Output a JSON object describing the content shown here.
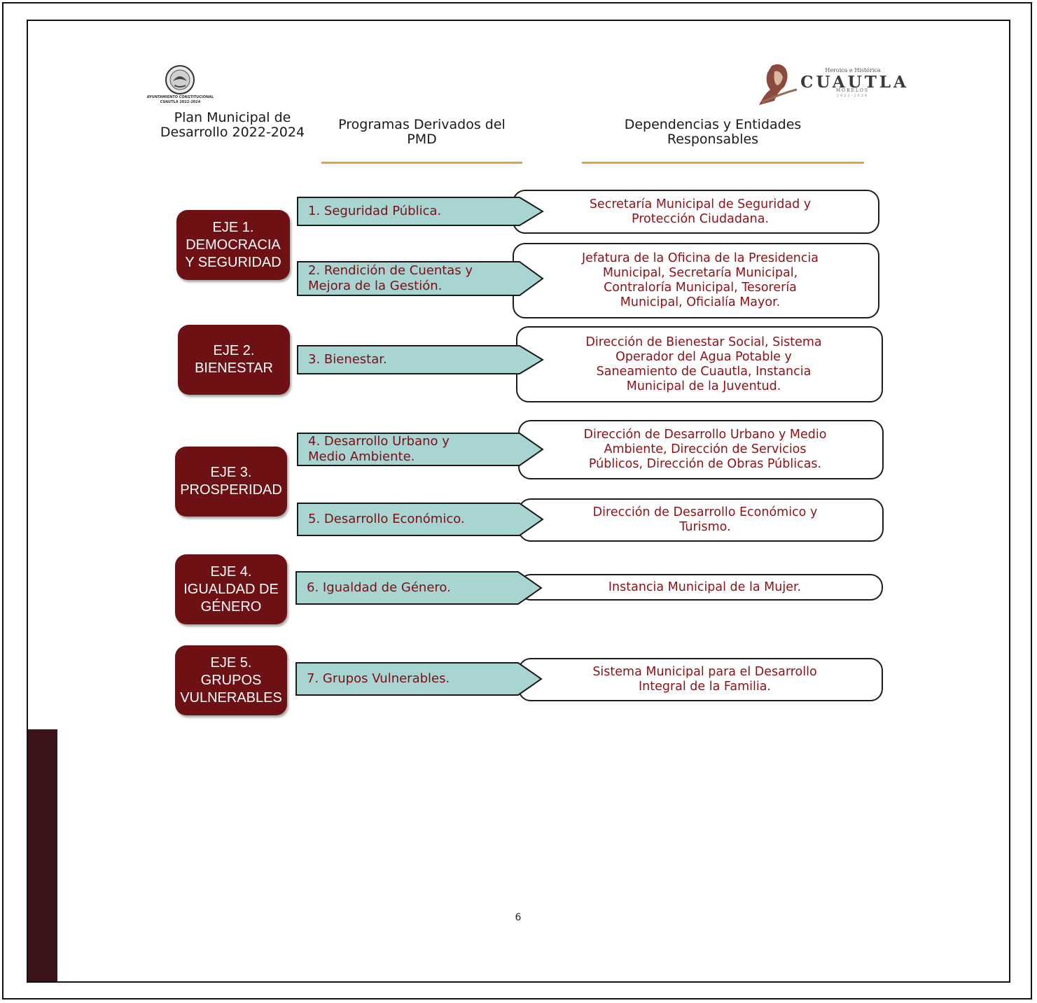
{
  "header": {
    "seal_caption_line1": "AYUNTAMIENTO CONSTITUCIONAL",
    "seal_caption_line2": "CUAUTLA 2022-2024",
    "plan_title": "Plan Municipal de Desarrollo 2022-2024",
    "programs_title": "Programas Derivados del PMD",
    "dependencies_title": "Dependencias y Entidades Responsables"
  },
  "logo": {
    "small": "Heroica e Histórica",
    "main": "CUAUTLA",
    "state": "MORELOS",
    "years": "2022-2024"
  },
  "ejes": [
    {
      "label": "EJE 1.\nDEMOCRACIA\nY SEGURIDAD"
    },
    {
      "label": "EJE 2.\nBIENESTAR"
    },
    {
      "label": "EJE 3.\nPROSPERIDAD"
    },
    {
      "label": "EJE 4.\nIGUALDAD DE\nGÉNERO"
    },
    {
      "label": "EJE 5.\nGRUPOS\nVULNERABLES"
    }
  ],
  "programs": [
    {
      "label": "1. Seguridad Pública.",
      "responsible": "Secretaría Municipal de Seguridad y\nProtección Ciudadana."
    },
    {
      "label": "2. Rendición de Cuentas y\nMejora  de la Gestión.",
      "responsible": "Jefatura de la Oficina de la Presidencia\nMunicipal, Secretaría Municipal,\nContraloría Municipal, Tesorería\nMunicipal, Oficialía Mayor."
    },
    {
      "label": "3. Bienestar.",
      "responsible": "Dirección  de Bienestar Social, Sistema\nOperador del Agua Potable y\nSaneamiento de Cuautla, Instancia\nMunicipal de la Juventud."
    },
    {
      "label": "4. Desarrollo Urbano y\nMedio Ambiente.",
      "responsible": "Dirección de Desarrollo Urbano y Medio\nAmbiente, Dirección de Servicios\nPúblicos, Dirección de Obras Públicas."
    },
    {
      "label": "5. Desarrollo Económico.",
      "responsible": "Dirección de Desarrollo Económico y\nTurismo."
    },
    {
      "label": "6. Igualdad de Género.",
      "responsible": "Instancia Municipal de la Mujer."
    },
    {
      "label": "7. Grupos Vulnerables.",
      "responsible": "Sistema Municipal para el Desarrollo\nIntegral de la Familia."
    }
  ],
  "page_number": "6",
  "colors": {
    "eje_fill": "#6d1115",
    "arrow_fill": "#a8d5d2",
    "responsible_text": "#8f1015",
    "underline": "#e2a33a",
    "sidebar": "#3a1416"
  }
}
